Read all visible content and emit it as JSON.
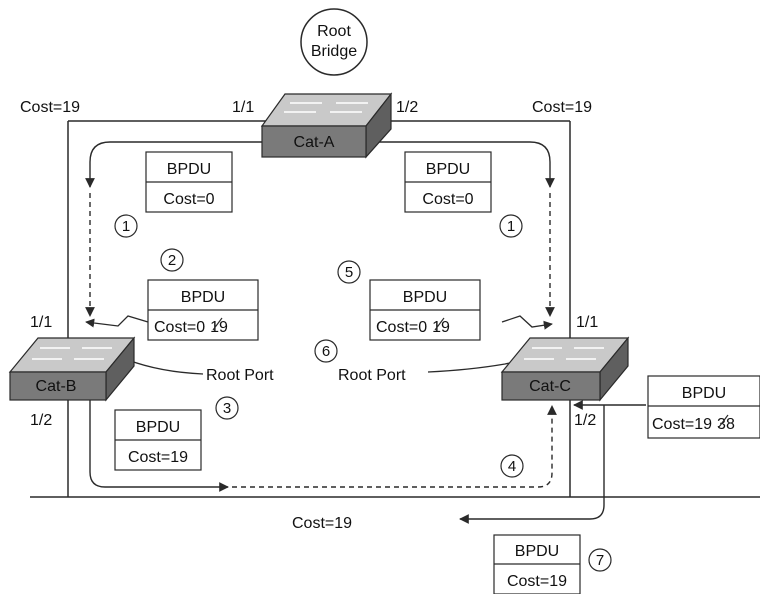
{
  "root_bubble": {
    "line1": "Root",
    "line2": "Bridge"
  },
  "switches": {
    "a": {
      "name": "Cat-A",
      "port_left": "1/1",
      "port_right": "1/2"
    },
    "b": {
      "name": "Cat-B",
      "port_top": "1/1",
      "port_bottom": "1/2"
    },
    "c": {
      "name": "Cat-C",
      "port_top": "1/1",
      "port_bottom": "1/2"
    }
  },
  "link_costs": {
    "a_b": "Cost=19",
    "a_c": "Cost=19",
    "bottom_segment": "Cost=19"
  },
  "bpdus": {
    "a_to_b": {
      "title": "BPDU",
      "cost": "Cost=0"
    },
    "a_to_c": {
      "title": "BPDU",
      "cost": "Cost=0"
    },
    "at_b": {
      "title": "BPDU",
      "cost_prefix": "Cost=",
      "cost_old": "0",
      "cost_new": "19"
    },
    "at_c": {
      "title": "BPDU",
      "cost_prefix": "Cost=",
      "cost_old": "0",
      "cost_new": "19"
    },
    "b_to_segment": {
      "title": "BPDU",
      "cost": "Cost=19"
    },
    "c_incoming": {
      "title": "BPDU",
      "cost_prefix": "Cost=1",
      "cost_old": "9",
      "cost_new": "38"
    },
    "c_to_segment": {
      "title": "BPDU",
      "cost": "Cost=19"
    }
  },
  "root_port_labels": {
    "b": "Root Port",
    "c": "Root Port"
  },
  "steps": [
    "1",
    "1",
    "2",
    "3",
    "4",
    "5",
    "6",
    "7"
  ],
  "colors": {
    "switch_body": "#7a7a7a",
    "switch_face": "#c9c9c9",
    "line": "#2a2a2a"
  }
}
